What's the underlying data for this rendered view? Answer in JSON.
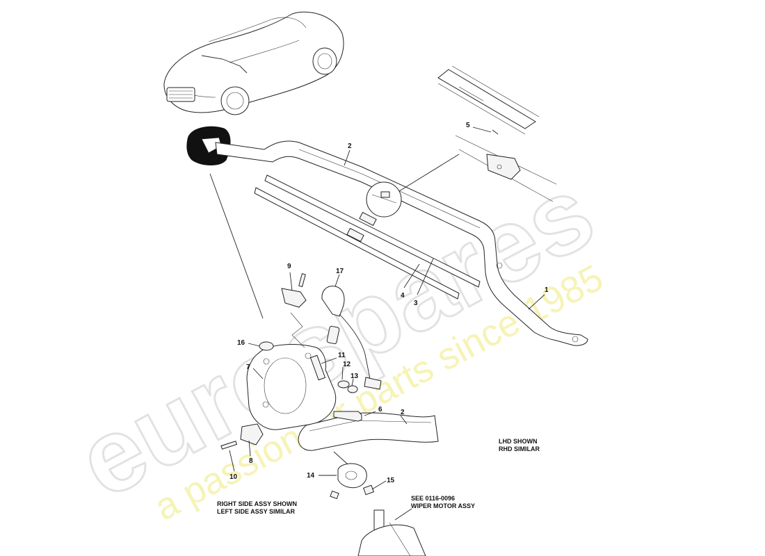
{
  "watermark": {
    "brand": "eurospares",
    "tagline": "a passion for parts since 1985"
  },
  "callouts": {
    "c1": "1",
    "c2_top": "2",
    "c2_bottom": "2",
    "c3": "3",
    "c4": "4",
    "c5": "5",
    "c6": "6",
    "c7": "7",
    "c8": "8",
    "c9": "9",
    "c10": "10",
    "c11": "11",
    "c12": "12",
    "c13": "13",
    "c14": "14",
    "c15": "15",
    "c16": "16",
    "c17": "17"
  },
  "notes": {
    "lhd_line1": "LHD SHOWN",
    "lhd_line2": "RHD SIMILAR",
    "right_line1": "RIGHT SIDE ASSY SHOWN",
    "right_line2": "LEFT SIDE ASSY SIMILAR",
    "see_line1": "SEE 0116-0096",
    "see_line2": "WIPER MOTOR ASSY"
  },
  "colors": {
    "watermark_grey": "#d9d9d9",
    "watermark_yellow": "#f3f0a0",
    "line": "#222222"
  }
}
